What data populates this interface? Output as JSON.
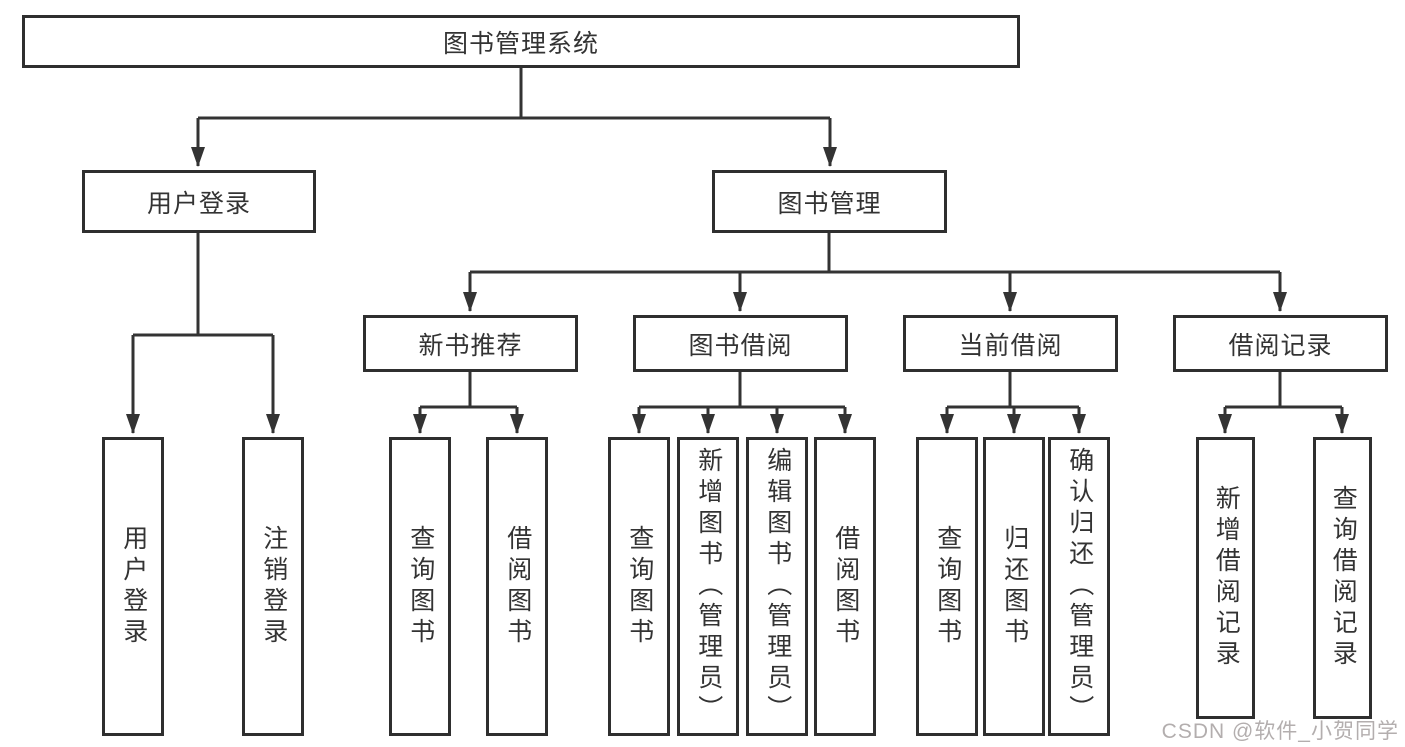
{
  "colors": {
    "background": "#ffffff",
    "line": "#333333",
    "box_border": "#2f2f2f",
    "text": "#333333",
    "watermark": "#b3aeae"
  },
  "tree": {
    "root": {
      "label": "图书管理系统"
    },
    "level2": [
      {
        "label": "用户登录"
      },
      {
        "label": "图书管理"
      }
    ],
    "level3": [
      {
        "label": "新书推荐",
        "parent": "图书管理"
      },
      {
        "label": "图书借阅",
        "parent": "图书管理"
      },
      {
        "label": "当前借阅",
        "parent": "图书管理"
      },
      {
        "label": "借阅记录",
        "parent": "图书管理"
      }
    ],
    "leaves": [
      {
        "label": "用户登录",
        "parent": "用户登录"
      },
      {
        "label": "注销登录",
        "parent": "用户登录"
      },
      {
        "label": "查询图书",
        "parent": "新书推荐"
      },
      {
        "label": "借阅图书",
        "parent": "新书推荐"
      },
      {
        "label": "查询图书",
        "parent": "图书借阅"
      },
      {
        "label": "新增图书（管理员）",
        "parent": "图书借阅"
      },
      {
        "label": "编辑图书（管理员）",
        "parent": "图书借阅"
      },
      {
        "label": "借阅图书",
        "parent": "图书借阅"
      },
      {
        "label": "查询图书",
        "parent": "当前借阅"
      },
      {
        "label": "归还图书",
        "parent": "当前借阅"
      },
      {
        "label": "确认归还（管理员）",
        "parent": "当前借阅"
      },
      {
        "label": "新增借阅记录",
        "parent": "借阅记录"
      },
      {
        "label": "查询借阅记录",
        "parent": "借阅记录"
      }
    ]
  },
  "watermark": "CSDN @软件_小贺同学"
}
